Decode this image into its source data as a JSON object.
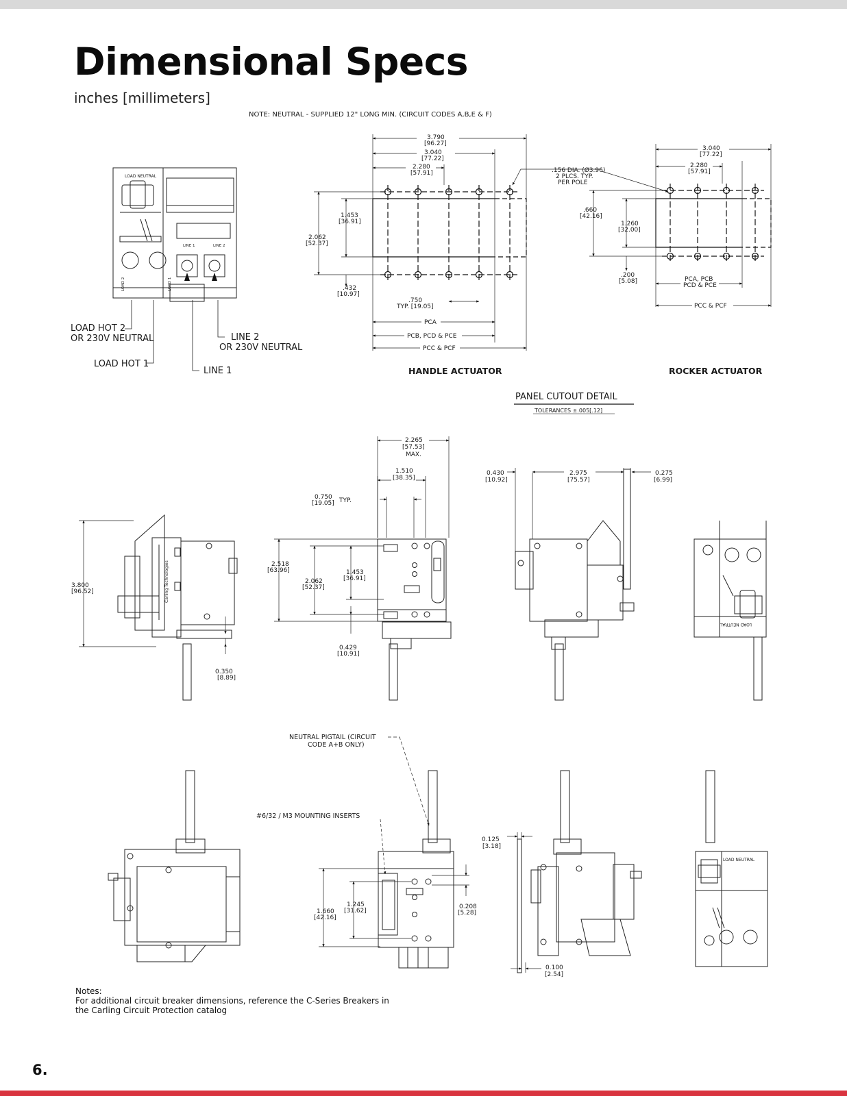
{
  "page": {
    "title": "Dimensional Specs",
    "subtitle": "inches [millimeters]",
    "page_number": "6.",
    "notes_heading": "Notes:",
    "notes_text": "For additional circuit breaker dimensions, reference the C-Series Breakers in the Carling Circuit Protection catalog",
    "colors": {
      "accent": "#d9343f",
      "topbar": "#d9d9d9",
      "ink": "#111111"
    }
  },
  "drawing": {
    "note_neutral": "NOTE: NEUTRAL - SUPPLIED 12\" LONG MIN. (CIRCUIT CODES A,B,E & F)",
    "front": {
      "load_neutral": "LOAD NEUTRAL",
      "load_hot_2": "LOAD HOT 2",
      "or_230v_neutral_a": "OR 230V NEUTRAL",
      "load_hot_1": "LOAD HOT 1",
      "line_2": "LINE 2",
      "or_230v_neutral_b": "OR 230V NEUTRAL",
      "line_1": "LINE 1",
      "line_1_small": "LINE 1",
      "line_2_small": "LINE 2",
      "load_2_small": "LOAD 2",
      "load_1_small": "LOAD 1"
    },
    "handle_actuator": {
      "label": "HANDLE ACTUATOR",
      "d1_in": "3.790",
      "d1_mm": "[96.27]",
      "d2_in": "3.040",
      "d2_mm": "[77.22]",
      "d3_in": "2.280",
      "d3_mm": "[57.91]",
      "d4_in": "1.453",
      "d4_mm": "[36.91]",
      "d5_in": "2.062",
      "d5_mm": "[52.37]",
      "d6_in": ".432",
      "d6_mm": "[10.97]",
      "d7_in": ".750",
      "d7_mm": "TYP. [19.05]",
      "pca": "PCA",
      "pcb_pcd_pce": "PCB, PCD & PCE",
      "pcc_pcf": "PCC & PCF"
    },
    "holes_note": {
      "l1": ".156 DIA. (Ø3.96)",
      "l2": "2 PLCS. TYP.",
      "l3": "PER POLE"
    },
    "rocker_actuator": {
      "label": "ROCKER ACTUATOR",
      "d1_in": "3.040",
      "d1_mm": "[77.22]",
      "d2_in": "2.280",
      "d2_mm": "[57.91]",
      "d3_in": ".660",
      "d3_mm": "[42.16]",
      "d4_in": "1.260",
      "d4_mm": "[32.00]",
      "d5_in": ".200",
      "d5_mm": "[5.08]",
      "pca_pcb": "PCA, PCB",
      "pcd_pce": "PCD & PCE",
      "pcc_pcf": "PCC & PCF"
    },
    "panel_cutout": {
      "title": "PANEL CUTOUT DETAIL",
      "tolerances": "TOLERANCES ±.005[.12]"
    },
    "middle": {
      "w_max_in": "2.265",
      "w_max_mm": "[57.53]",
      "max": "MAX.",
      "w_in": "1.510",
      "w_mm": "[38.35]",
      "typ_in": "0.750",
      "typ_mm": "[19.05]",
      "typ": "TYP.",
      "h_in": "3.800",
      "h_mm": "[96.52]",
      "h2_in": "2.518",
      "h2_mm": "[63.96]",
      "h3_in": "2.062",
      "h3_mm": "[52.37]",
      "h4_in": "1.453",
      "h4_mm": "[36.91]",
      "b_in": "0.429",
      "b_mm": "[10.91]",
      "s_in": "0.350",
      "s_mm": "[8.89]",
      "l_in": "0.430",
      "l_mm": "[10.92]",
      "c_in": "2.975",
      "c_mm": "[75.57]",
      "r_in": "0.275",
      "r_mm": "[6.99]"
    },
    "bottom": {
      "pigtail_l1": "NEUTRAL PIGTAIL (CIRCUIT",
      "pigtail_l2": "CODE A+B ONLY)",
      "inserts": "#6/32 / M3 MOUNTING INSERTS",
      "t_in": "0.125",
      "t_mm": "[3.18]",
      "a_in": "1.660",
      "a_mm": "[42.16]",
      "b_in": "1.245",
      "b_mm": "[31.62]",
      "c_in": "0.208",
      "c_mm": "[5.28]",
      "d_in": "0.100",
      "d_mm": "[2.54]"
    }
  }
}
